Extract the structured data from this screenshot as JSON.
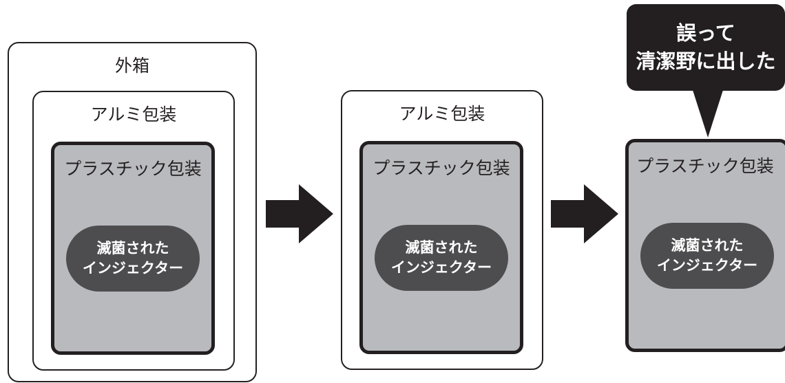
{
  "labels": {
    "outer_box": "外箱",
    "aluminum": "アルミ包装",
    "plastic": "プラスチック包装",
    "injector_line1": "滅菌された",
    "injector_line2": "インジェクター"
  },
  "callout": {
    "line1": "誤って",
    "line2": "清潔野に出した"
  },
  "colors": {
    "stroke": "#231f20",
    "plastic_fill": "#b9babe",
    "injector_fill": "#4d4d4f",
    "text_on_dark": "#ffffff"
  }
}
